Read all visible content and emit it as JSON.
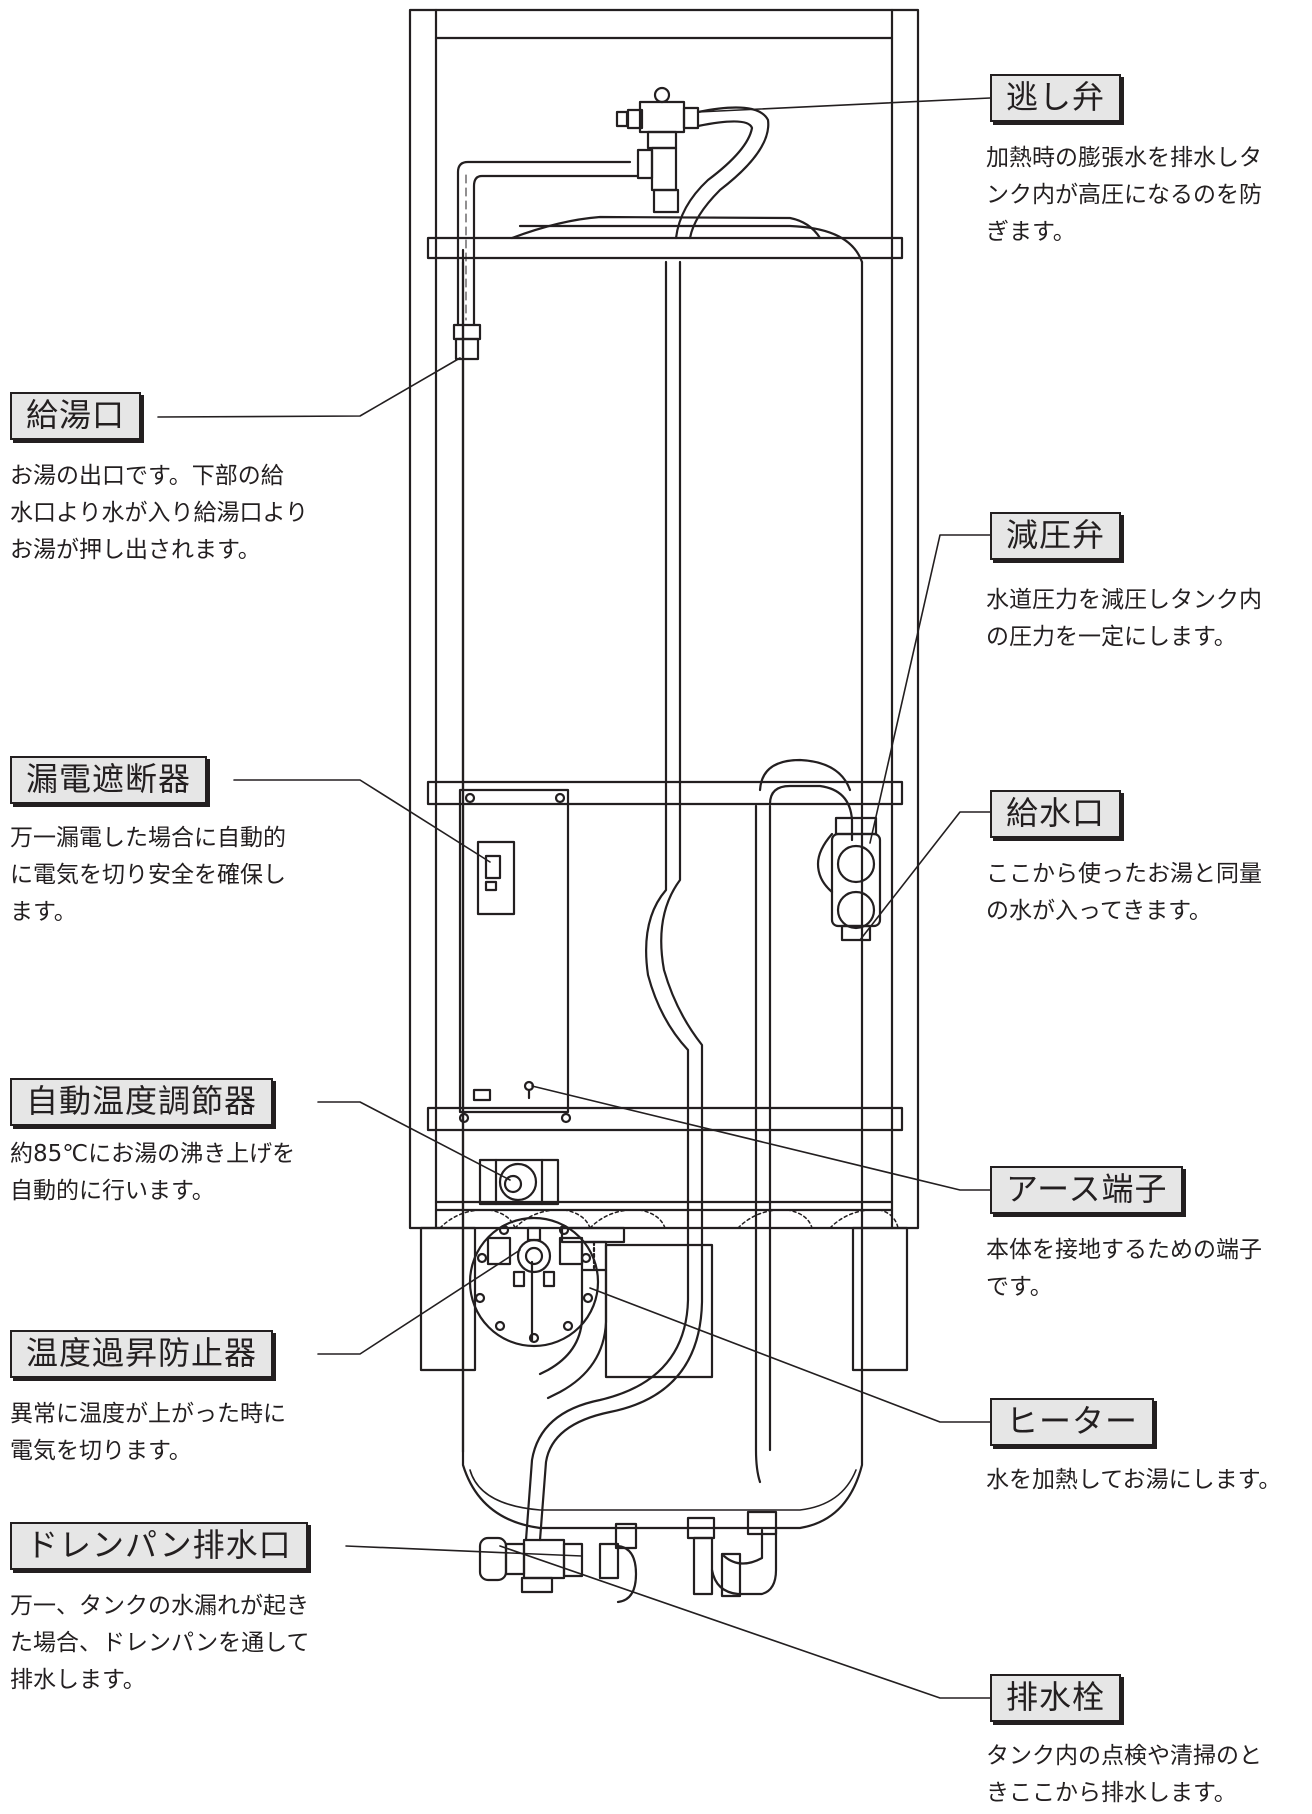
{
  "callouts": [
    {
      "id": "relief_valve",
      "title": "逃し弁",
      "lines": [
        "加熱時の膨張水を排水しタ",
        "ンク内が高圧になるのを防",
        "ぎます。"
      ]
    },
    {
      "id": "hot_water_outlet",
      "title": "給湯口",
      "lines": [
        "お湯の出口です。下部の給",
        "水口より水が入り給湯口より",
        "お湯が押し出されます。"
      ]
    },
    {
      "id": "pressure_reducing_valve",
      "title": "減圧弁",
      "lines": [
        "水道圧力を減圧しタンク内",
        "の圧力を一定にします。"
      ]
    },
    {
      "id": "earth_leakage_breaker",
      "title": "漏電遮断器",
      "lines": [
        "万一漏電した場合に自動的",
        "に電気を切り安全を確保し",
        "ます。"
      ]
    },
    {
      "id": "water_inlet",
      "title": "給水口",
      "lines": [
        "ここから使ったお湯と同量",
        "の水が入ってきます。"
      ]
    },
    {
      "id": "thermostat",
      "title": "自動温度調節器",
      "lines": [
        "約85℃にお湯の沸き上げを",
        "自動的に行います。"
      ]
    },
    {
      "id": "earth_terminal",
      "title": "アース端子",
      "lines": [
        "本体を接地するための端子",
        "です。"
      ]
    },
    {
      "id": "overheat_protector",
      "title": "温度過昇防止器",
      "lines": [
        "異常に温度が上がった時に",
        "電気を切ります。"
      ]
    },
    {
      "id": "heater",
      "title": "ヒーター",
      "lines": [
        "水を加熱してお湯にします。"
      ]
    },
    {
      "id": "drain_pan_outlet",
      "title": "ドレンパン排水口",
      "lines": [
        "万一、タンクの水漏れが起き",
        "た場合、ドレンパンを通して",
        "排水します。"
      ]
    },
    {
      "id": "drain_plug",
      "title": "排水栓",
      "lines": [
        "タンク内の点検や清掃のと",
        "きここから排水します。"
      ]
    }
  ]
}
